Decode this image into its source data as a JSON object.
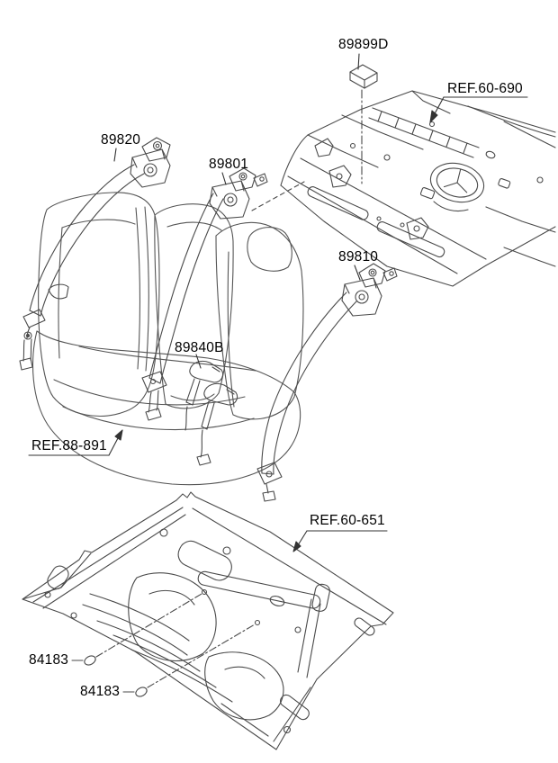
{
  "diagram": {
    "kind": "vehicle-parts-line-diagram",
    "colors": {
      "background": "#ffffff",
      "line": "#4a4a4a",
      "text": "#000000"
    },
    "part_labels": {
      "p89899d": "89899D",
      "p89820": "89820",
      "p89801": "89801",
      "p89810": "89810",
      "p89840b": "89840B",
      "p84183_upper": "84183",
      "p84183_lower": "84183"
    },
    "ref_labels": {
      "ref60690": "REF.60-690",
      "ref88891": "REF.88-891",
      "ref60651": "REF.60-651"
    }
  }
}
